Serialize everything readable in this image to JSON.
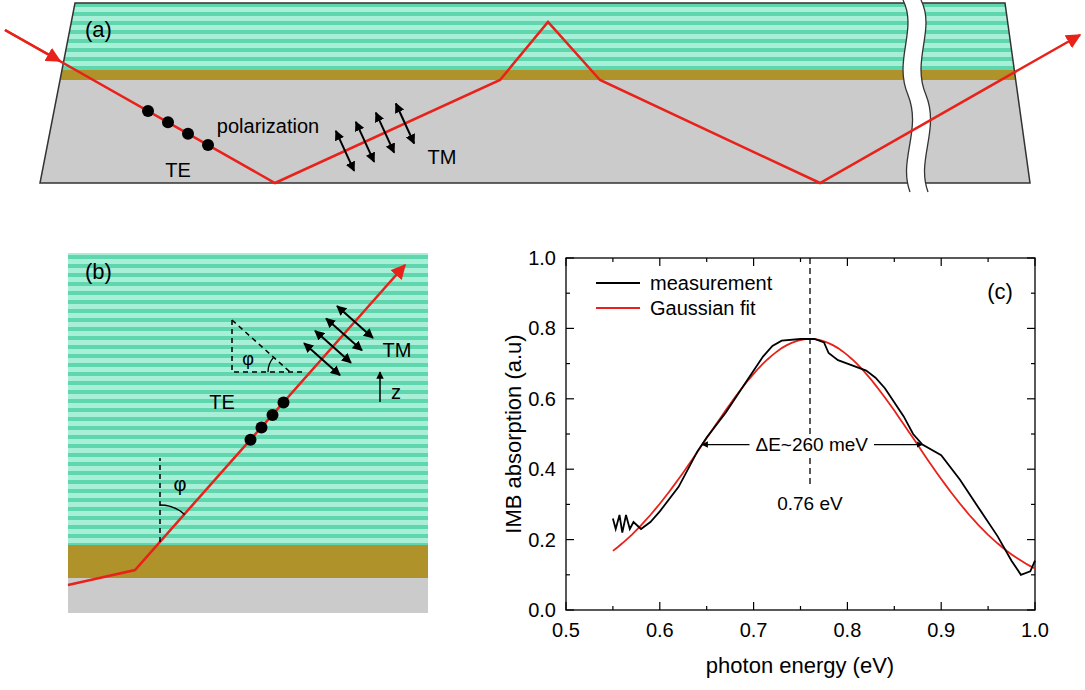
{
  "diagram": {
    "labels": [
      "(a)",
      "TE",
      "polarization",
      "TM",
      "(b)",
      "φ",
      "φ",
      "TM",
      "TE",
      "z",
      "(c)",
      "ΔE~260 meV",
      "0.76 eV",
      "IMB absorption (a.u)",
      "photon energy (eV)",
      "0.0",
      "0.2",
      "0.4",
      "0.6",
      "0.8",
      "1.0",
      "0.5",
      "0.6",
      "0.7",
      "0.8",
      "0.9",
      "1.0"
    ],
    "legend": [
      {
        "text": "measurement"
      },
      {
        "text": "Gaussian fit"
      }
    ]
  }
}
